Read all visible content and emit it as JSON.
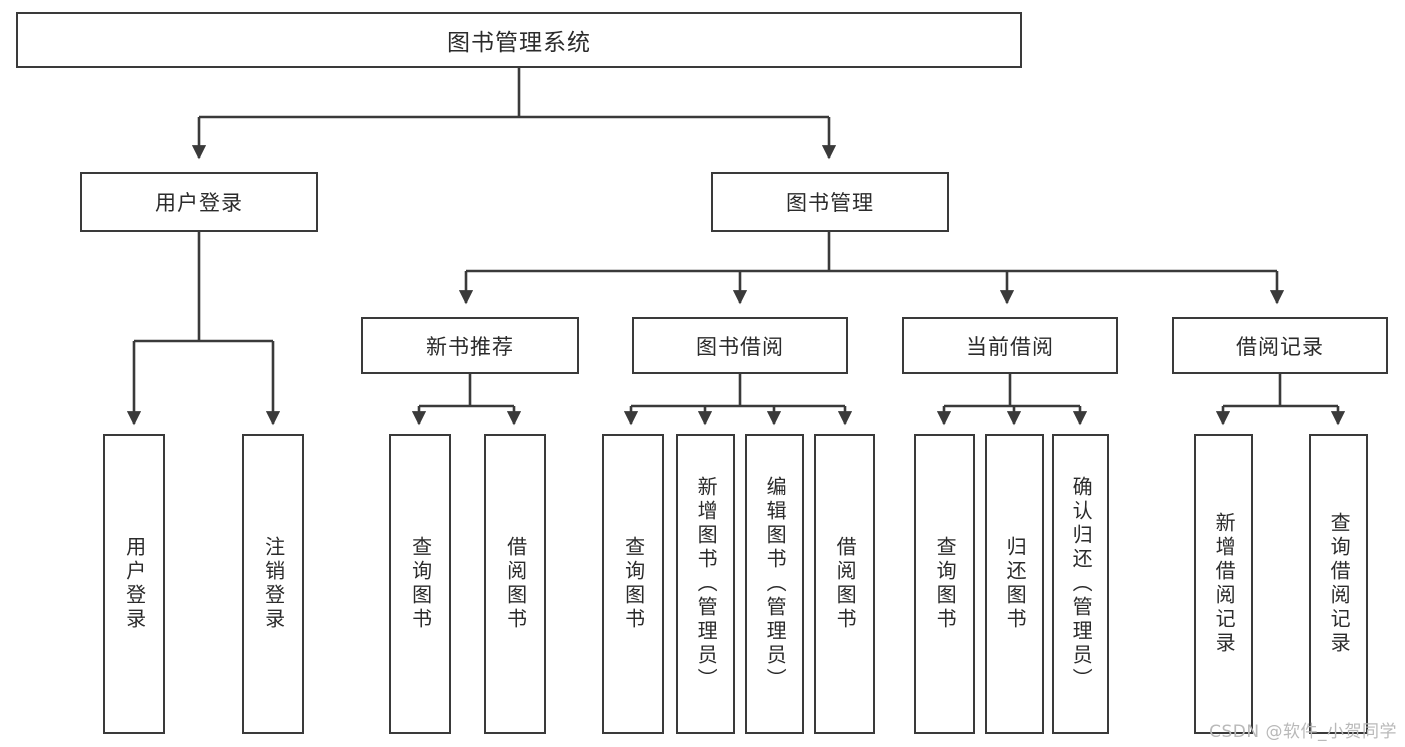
{
  "diagram": {
    "type": "hierarchy-tree",
    "title": "图书管理系统",
    "watermark": "CSDN @软件_小贺同学",
    "colors": {
      "background": "#ffffff",
      "stroke": "#3a3a3a",
      "text": "#2b2b2b",
      "watermark": "#b9b9b9"
    },
    "root": {
      "label": "图书管理系统"
    },
    "level1": [
      {
        "label": "用户登录"
      },
      {
        "label": "图书管理"
      }
    ],
    "level2": [
      {
        "label": "新书推荐"
      },
      {
        "label": "图书借阅"
      },
      {
        "label": "当前借阅"
      },
      {
        "label": "借阅记录"
      }
    ],
    "leaves": {
      "user_login": [
        {
          "label": "用户登录"
        },
        {
          "label": "注销登录"
        }
      ],
      "new_book": [
        {
          "label": "查询图书"
        },
        {
          "label": "借阅图书"
        }
      ],
      "borrow_book": [
        {
          "label": "查询图书"
        },
        {
          "label": "新增图书（管理员）"
        },
        {
          "label": "编辑图书（管理员）"
        },
        {
          "label": "借阅图书"
        }
      ],
      "current_borrow": [
        {
          "label": "查询图书"
        },
        {
          "label": "归还图书"
        },
        {
          "label": "确认归还（管理员）"
        }
      ],
      "borrow_record": [
        {
          "label": "新增借阅记录"
        },
        {
          "label": "查询借阅记录"
        }
      ]
    }
  }
}
